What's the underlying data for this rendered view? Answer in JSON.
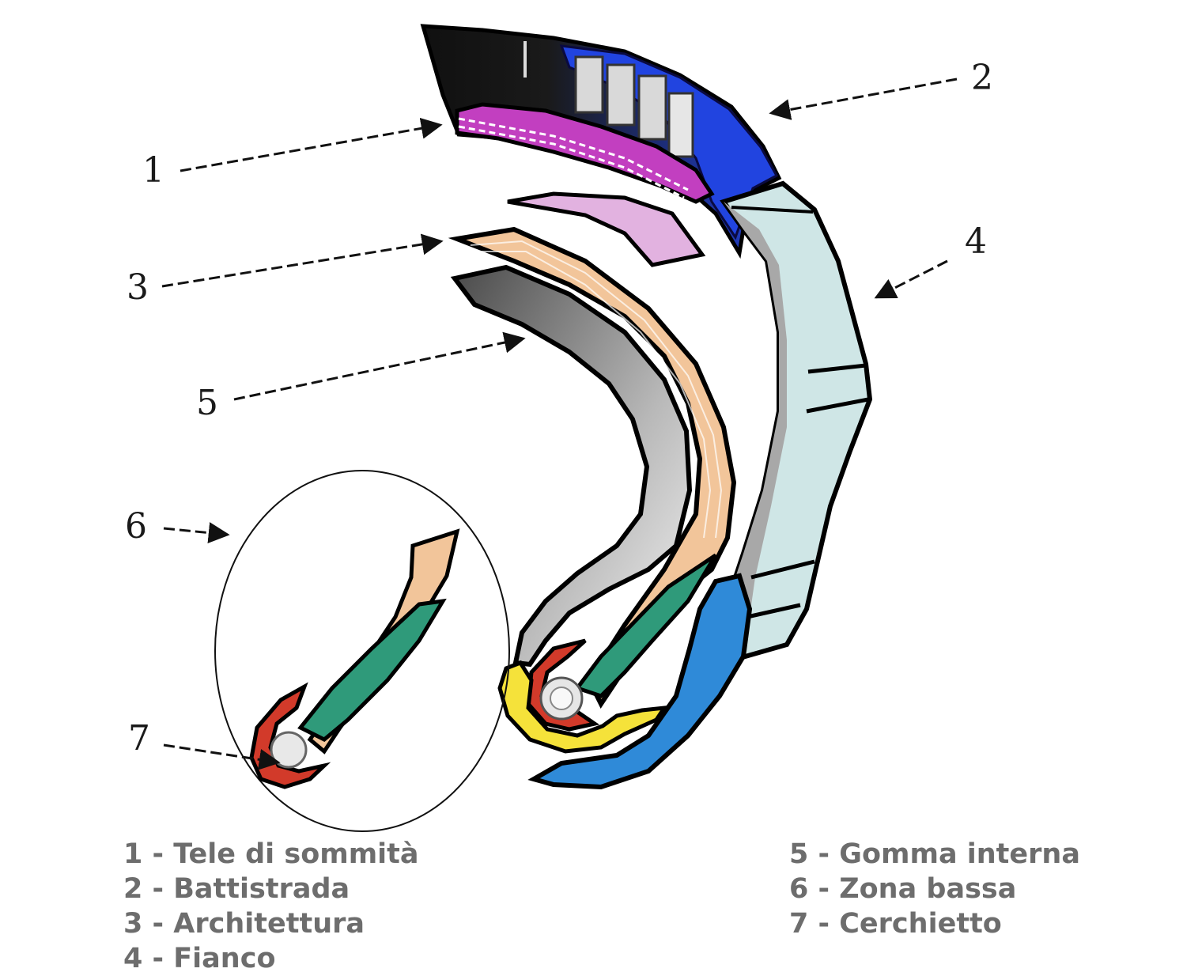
{
  "callouts": {
    "c1": "1",
    "c2": "2",
    "c3": "3",
    "c4": "4",
    "c5": "5",
    "c6": "6",
    "c7": "7"
  },
  "legend": {
    "left": [
      "1 - Tele di sommità",
      "2 - Battistrada",
      "3 - Architettura",
      "4 - Fianco"
    ],
    "right": [
      "5 - Gomma interna",
      "6 - Zona bassa",
      "7 - Cerchietto"
    ]
  },
  "colors": {
    "tread": "#1f3fd6",
    "crown_belts": "#c23fc0",
    "belt_underlay": "#e2b2e0",
    "carcass": "#f2c59a",
    "inner_liner": "#555555",
    "sidewall": "#cfe6e6",
    "bead_filler": "#2f9a7a",
    "bead_wrap": "#d23a2a",
    "rim_strip": "#f5e23a",
    "rim_guard": "#2f8ad8",
    "text": "#6d6d6d"
  }
}
